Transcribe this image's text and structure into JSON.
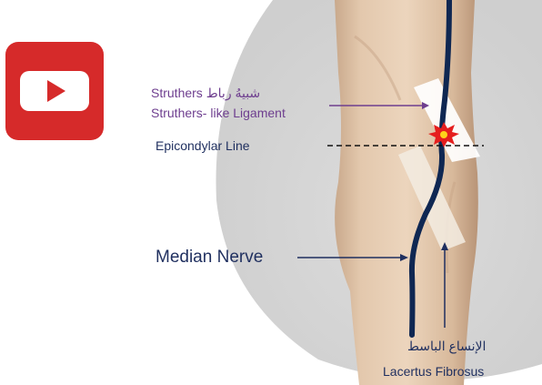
{
  "labels": {
    "struthers_ar": "Struthers شبيهُ رباط",
    "struthers_en": "Struthers- like Ligament",
    "epicondylar": "Epicondylar Line",
    "median_nerve": "Median Nerve",
    "lacertus_ar": "الإنساع الباسط",
    "lacertus_en": "Lacertus Fibrosus"
  },
  "icons": {
    "play_button": "youtube-play-icon",
    "lesion": "compression-starburst-icon"
  },
  "colors": {
    "youtube_red": "#d62a2a",
    "nerve": "#0f2752",
    "label_purple": "#6e3e8f",
    "label_navy": "#1f2f5f",
    "starburst": "#e51e1e"
  }
}
